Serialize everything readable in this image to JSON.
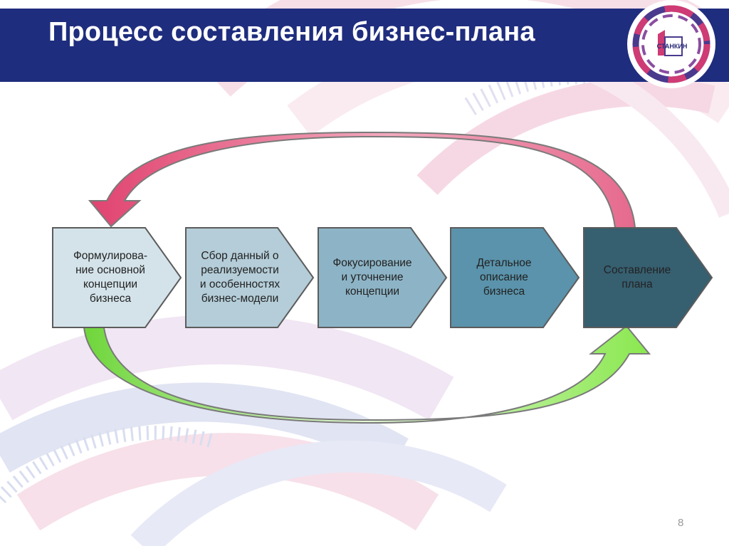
{
  "slide": {
    "title": "Процесс составления бизнес-плана",
    "page_number": "8"
  },
  "logo": {
    "text": "СТАНКИН",
    "icon": "stankin-logo-icon"
  },
  "steps": [
    {
      "lines": [
        "Формулирова-",
        "ние основной",
        "концепции",
        "бизнеса"
      ],
      "fill": "#d4e3ea"
    },
    {
      "lines": [
        "Сбор данный о",
        "реализуемости",
        "и особенностях",
        "бизнес-модели"
      ],
      "fill": "#b4cdd8"
    },
    {
      "lines": [
        "Фокусирование",
        "и уточнение",
        "концепции"
      ],
      "fill": "#8db4c6"
    },
    {
      "lines": [
        "Детальное",
        "описание",
        "бизнеса"
      ],
      "fill": "#5a93ab"
    },
    {
      "lines": [
        "Составление",
        "плана"
      ],
      "fill": "#365f70"
    }
  ],
  "colors": {
    "header": "#1f2d7e",
    "arrow_top": "#e5507a",
    "arrow_bottom": "#7ee34a",
    "chevron_border": "#5c5c5c"
  }
}
